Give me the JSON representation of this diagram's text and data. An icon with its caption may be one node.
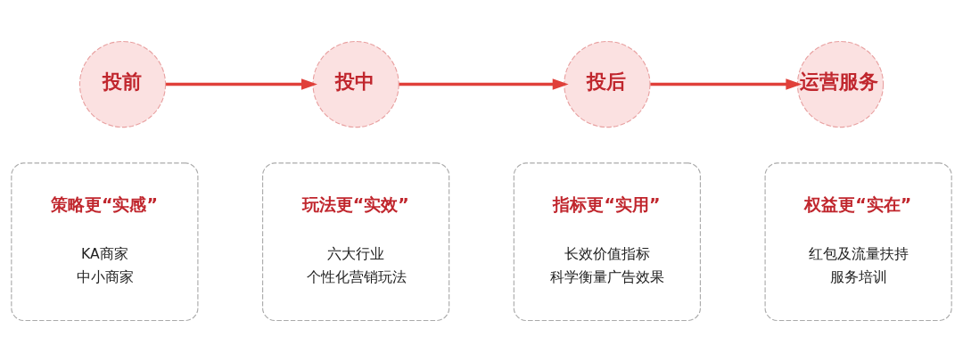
{
  "diagram": {
    "nodes": [
      {
        "text": [
          "投前"
        ]
      },
      {
        "text": [
          "投中"
        ]
      },
      {
        "text": [
          "投后"
        ]
      },
      {
        "text": [
          "运营服务"
        ]
      },
      {
        "text": [
          "策略更“实感”",
          "KA商家",
          "中小商家"
        ]
      },
      {
        "text": [
          "玩法更“实效”",
          "六大行业",
          "个性化营销玩法"
        ]
      },
      {
        "text": [
          "指标更“实用”",
          "长效价值指标",
          "科学衡量广告效果"
        ]
      },
      {
        "text": [
          "权益更“实在”",
          "红包及流量扶持",
          "服务培训"
        ]
      }
    ],
    "edges": [
      {
        "from": 0,
        "to": 1,
        "arrow": "to"
      },
      {
        "from": 1,
        "to": 2,
        "arrow": "to"
      },
      {
        "from": 2,
        "to": 3,
        "arrow": "to"
      }
    ]
  }
}
